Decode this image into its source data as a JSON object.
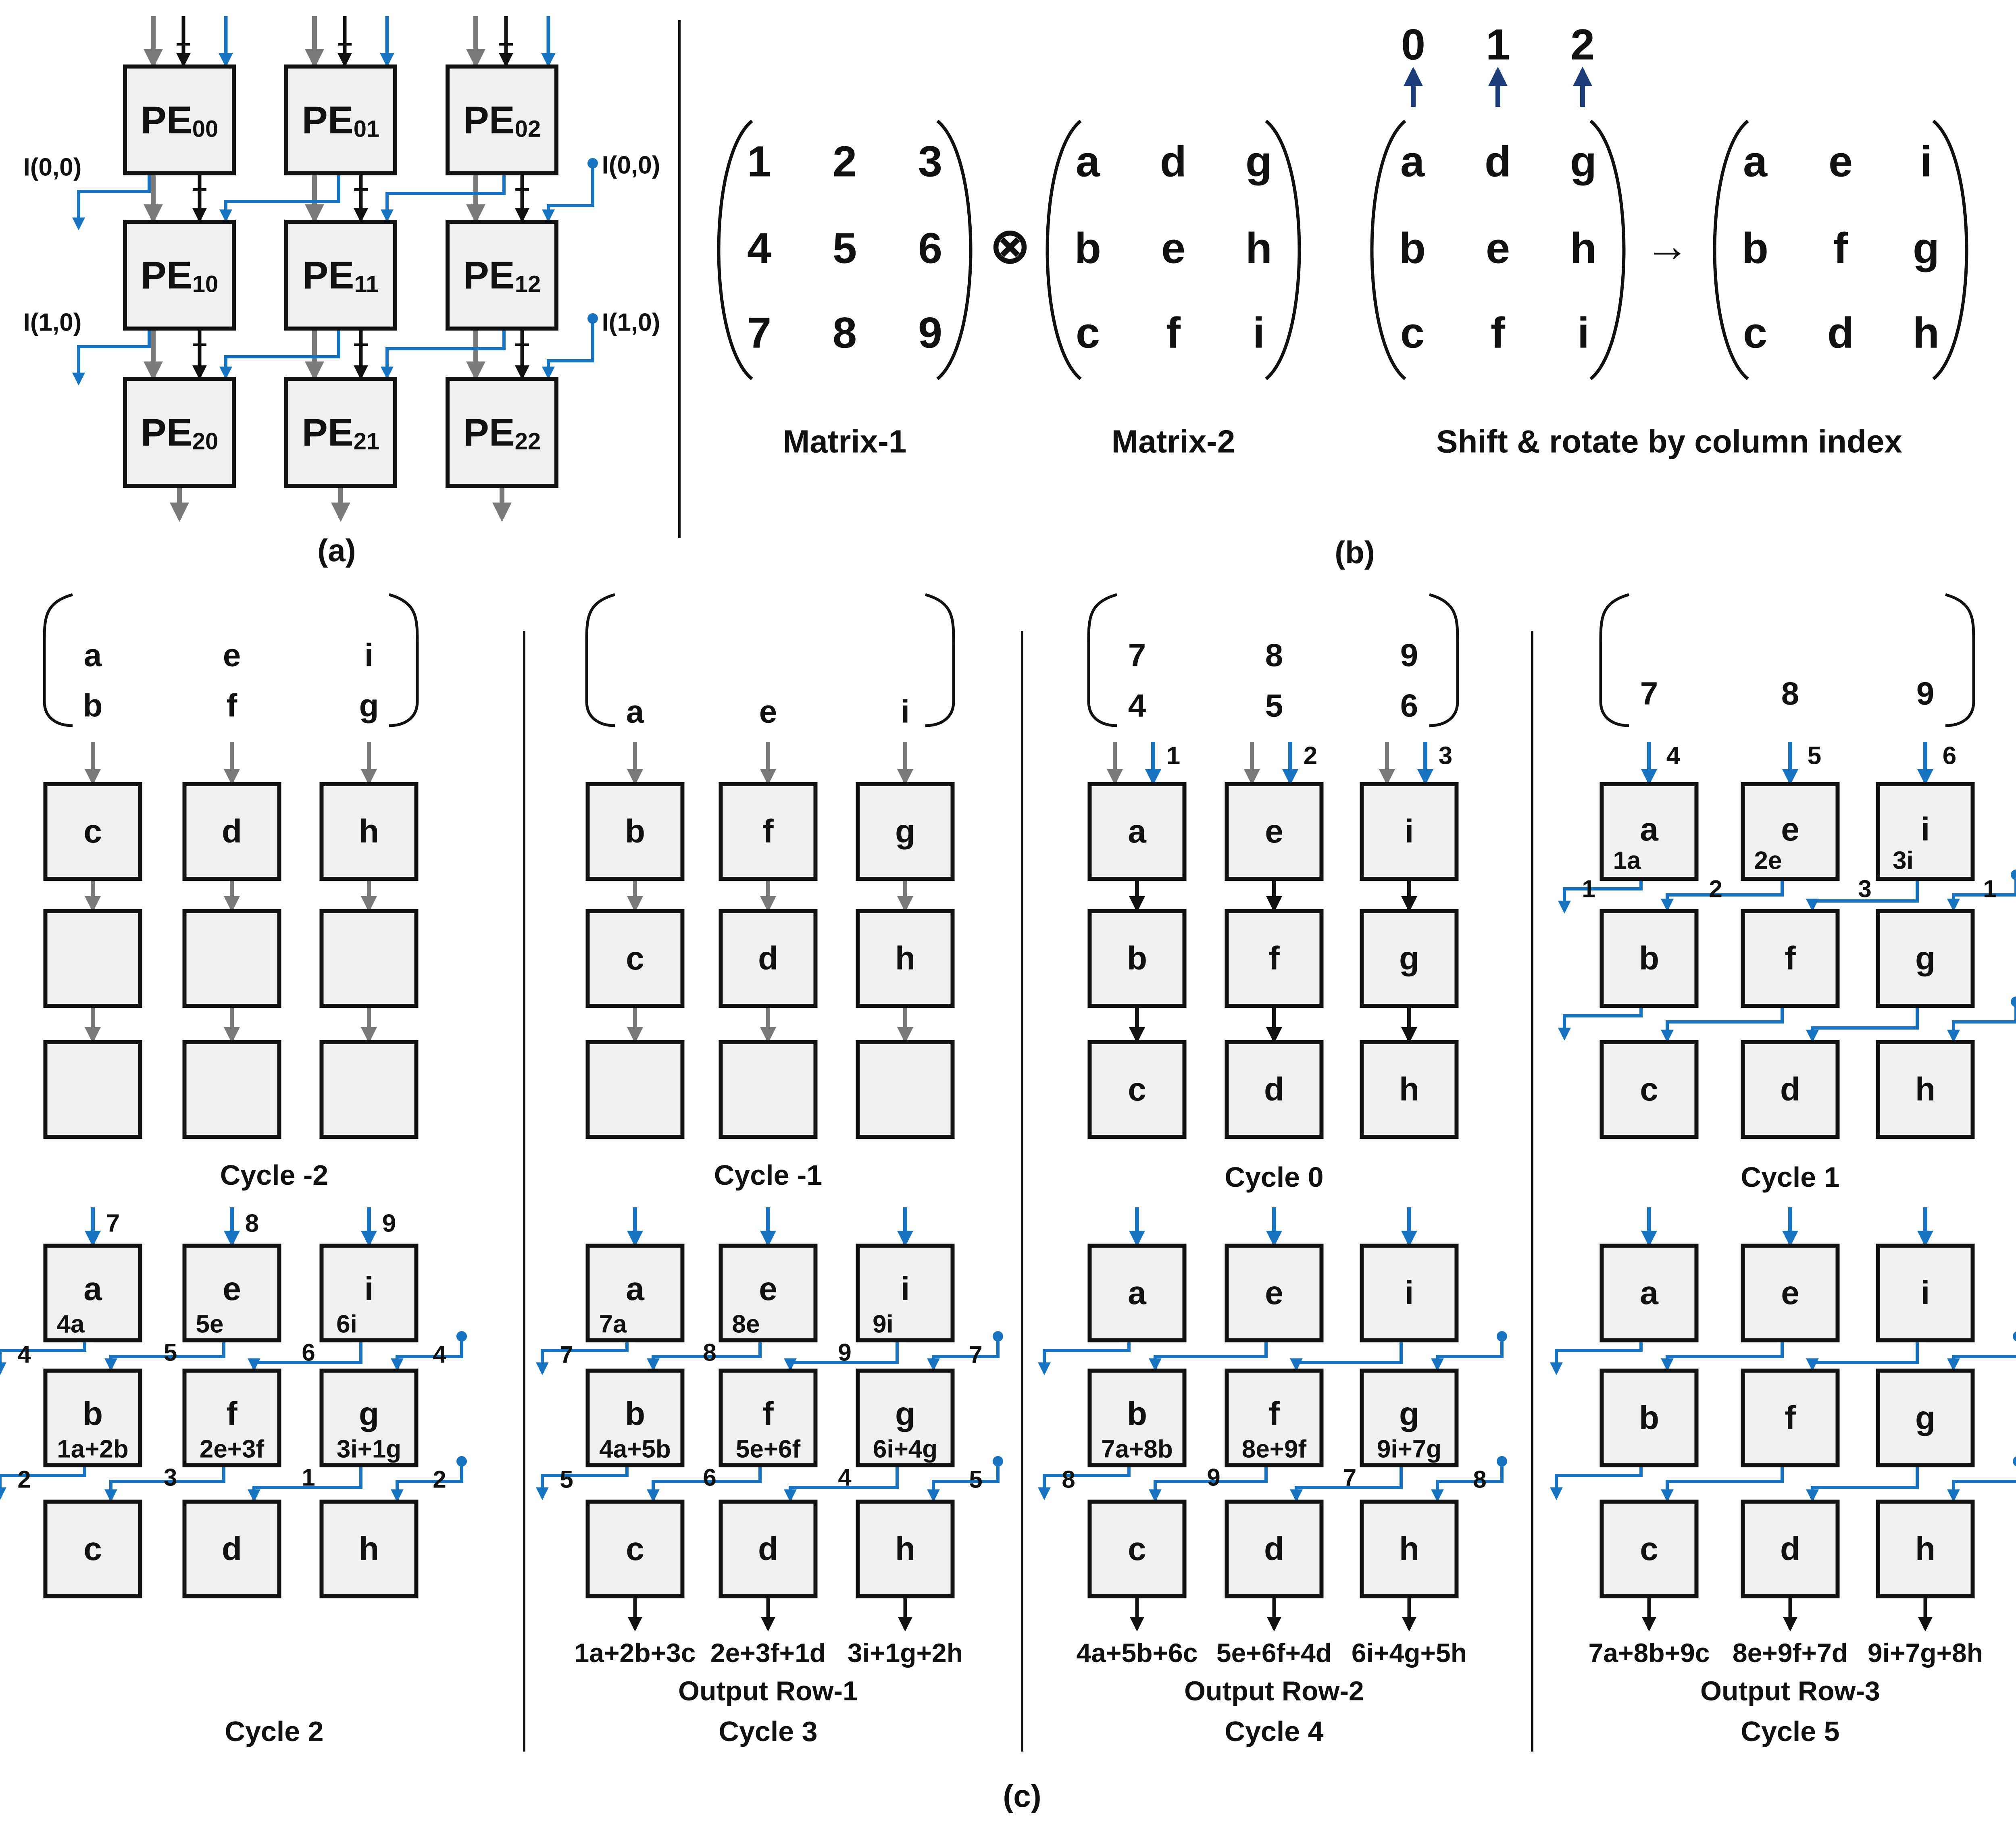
{
  "colors": {
    "black": "#111111",
    "gray": "#7a7a7a",
    "blue": "#1874c1",
    "navy": "#1d3d7a",
    "box_fill": "#f0f0f0"
  },
  "panel_a": {
    "pe_labels": [
      [
        "PE",
        "00"
      ],
      [
        "PE",
        "01"
      ],
      [
        "PE",
        "02"
      ],
      [
        "PE",
        "10"
      ],
      [
        "PE",
        "11"
      ],
      [
        "PE",
        "12"
      ],
      [
        "PE",
        "20"
      ],
      [
        "PE",
        "21"
      ],
      [
        "PE",
        "22"
      ]
    ],
    "side_labels": [
      "I(0,0)",
      "I(0,0)",
      "I(1,0)",
      "I(1,0)"
    ],
    "caption": "(a)"
  },
  "panel_b": {
    "matrix1": [
      "1",
      "2",
      "3",
      "4",
      "5",
      "6",
      "7",
      "8",
      "9"
    ],
    "matrix1_label": "Matrix-1",
    "operator": "⊗",
    "matrix2": [
      "a",
      "d",
      "g",
      "b",
      "e",
      "h",
      "c",
      "f",
      "i"
    ],
    "matrix2_label": "Matrix-2",
    "column_indices": [
      "0",
      "1",
      "2"
    ],
    "matrix3": [
      "a",
      "d",
      "g",
      "b",
      "e",
      "h",
      "c",
      "f",
      "i"
    ],
    "arrow": "→",
    "matrix4": [
      "a",
      "e",
      "i",
      "b",
      "f",
      "g",
      "c",
      "d",
      "h"
    ],
    "shift_label": "Shift & rotate by column index",
    "caption": "(b)"
  },
  "panel_c": {
    "caption": "(c)",
    "cycle_labels": [
      "Cycle -2",
      "Cycle -1",
      "Cycle 0",
      "Cycle 1",
      "Cycle 2",
      "Cycle 3",
      "Cycle 4",
      "Cycle 5"
    ],
    "bracket_top_row": {
      "cycle_m2": [
        [
          "a",
          "b"
        ],
        [
          "e",
          "f"
        ],
        [
          "i",
          "g"
        ]
      ],
      "cycle_m1": [
        "a",
        "e",
        "i"
      ],
      "cycle_0": [
        [
          "7",
          "4"
        ],
        [
          "8",
          "5"
        ],
        [
          "9",
          "6"
        ]
      ],
      "cycle_1": [
        "7",
        "8",
        "9"
      ]
    },
    "grid_cells": {
      "cycle_m2": [
        "c",
        "d",
        "h",
        "",
        "",
        "",
        "",
        "",
        ""
      ],
      "cycle_m1": [
        "b",
        "f",
        "g",
        "c",
        "d",
        "h",
        "",
        "",
        ""
      ],
      "cycle_0": [
        "a",
        "e",
        "i",
        "b",
        "f",
        "g",
        "c",
        "d",
        "h"
      ],
      "cycle_1": [
        "a",
        "e",
        "i",
        "b",
        "f",
        "g",
        "c",
        "d",
        "h"
      ],
      "cycle_2": [
        "a",
        "e",
        "i",
        "b",
        "f",
        "g",
        "c",
        "d",
        "h"
      ],
      "cycle_3": [
        "a",
        "e",
        "i",
        "b",
        "f",
        "g",
        "c",
        "d",
        "h"
      ],
      "cycle_4": [
        "a",
        "e",
        "i",
        "b",
        "f",
        "g",
        "c",
        "d",
        "h"
      ],
      "cycle_5": [
        "a",
        "e",
        "i",
        "b",
        "f",
        "g",
        "c",
        "d",
        "h"
      ]
    },
    "inputs": {
      "cycle_0": [
        "1",
        "2",
        "3"
      ],
      "cycle_1": [
        "4",
        "5",
        "6"
      ],
      "cycle_2": [
        "7",
        "8",
        "9"
      ]
    },
    "partial_sums": {
      "cycle_1": [
        "1a",
        "2e",
        "3i"
      ],
      "cycle_2": [
        "4a",
        "5e",
        "6i",
        "1a+2b",
        "2e+3f",
        "3i+1g"
      ],
      "cycle_3": [
        "7a",
        "8e",
        "9i",
        "4a+5b",
        "5e+6f",
        "6i+4g"
      ],
      "cycle_4": [
        "7a+8b",
        "8e+9f",
        "9i+7g"
      ]
    },
    "hop_labels": {
      "cycle_1": [
        "1",
        "2",
        "3",
        "1"
      ],
      "cycle_2_r1": [
        "4",
        "5",
        "6",
        "4"
      ],
      "cycle_2_r2": [
        "2",
        "3",
        "1",
        "2"
      ],
      "cycle_3_r1": [
        "7",
        "8",
        "9",
        "7"
      ],
      "cycle_3_r2": [
        "5",
        "6",
        "4",
        "5"
      ],
      "cycle_4_r2": [
        "8",
        "9",
        "7",
        "8"
      ]
    },
    "outputs": {
      "cycle_3": [
        "1a+2b+3c",
        "2e+3f+1d",
        "3i+1g+2h"
      ],
      "cycle_4": [
        "4a+5b+6c",
        "5e+6f+4d",
        "6i+4g+5h"
      ],
      "cycle_5": [
        "7a+8b+9c",
        "8e+9f+7d",
        "9i+7g+8h"
      ]
    },
    "output_row_labels": [
      "Output Row-1",
      "Output Row-2",
      "Output Row-3"
    ]
  }
}
